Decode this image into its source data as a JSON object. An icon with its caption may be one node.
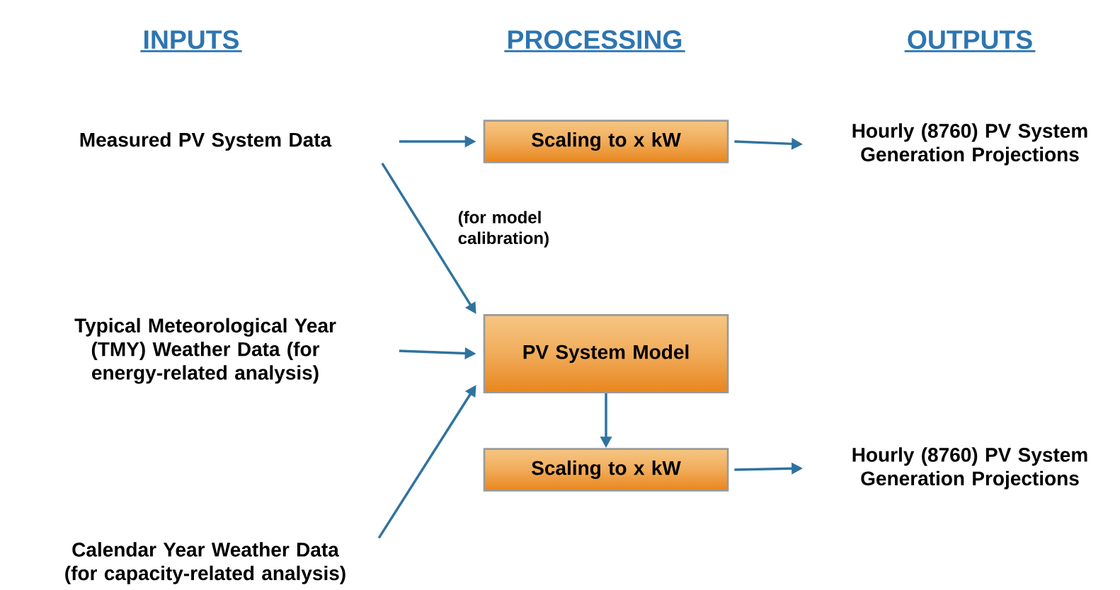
{
  "diagram": {
    "nodes": [
      {
        "text": [
          "Measured PV System Data"
        ]
      },
      {
        "text": [
          "Scaling to x kW"
        ]
      },
      {
        "text": [
          "Hourly (8760) PV System Generation Projections"
        ]
      },
      {
        "text": [
          "Typical Meteorological Year (TMY) Weather Data (for energy-related analysis)"
        ]
      },
      {
        "text": [
          "PV System Model"
        ]
      },
      {
        "text": [
          "Calendar Year Weather Data (for capacity-related analysis)"
        ]
      },
      {
        "text": [
          "Scaling to x kW"
        ]
      },
      {
        "text": [
          "Hourly (8760) PV System Generation Projections"
        ]
      }
    ],
    "edges": [
      {
        "from": 0,
        "to": 1,
        "arrow": "to"
      },
      {
        "from": 1,
        "to": 2,
        "arrow": "to"
      },
      {
        "from": 0,
        "to": 4,
        "arrow": "to",
        "label": "(for model calibration)"
      },
      {
        "from": 3,
        "to": 4,
        "arrow": "to"
      },
      {
        "from": 5,
        "to": 4,
        "arrow": "to"
      },
      {
        "from": 4,
        "to": 6,
        "arrow": "to"
      },
      {
        "from": 6,
        "to": 7,
        "arrow": "to"
      }
    ],
    "labels": [
      "INPUTS",
      "PROCESSING",
      "OUTPUTS"
    ]
  }
}
